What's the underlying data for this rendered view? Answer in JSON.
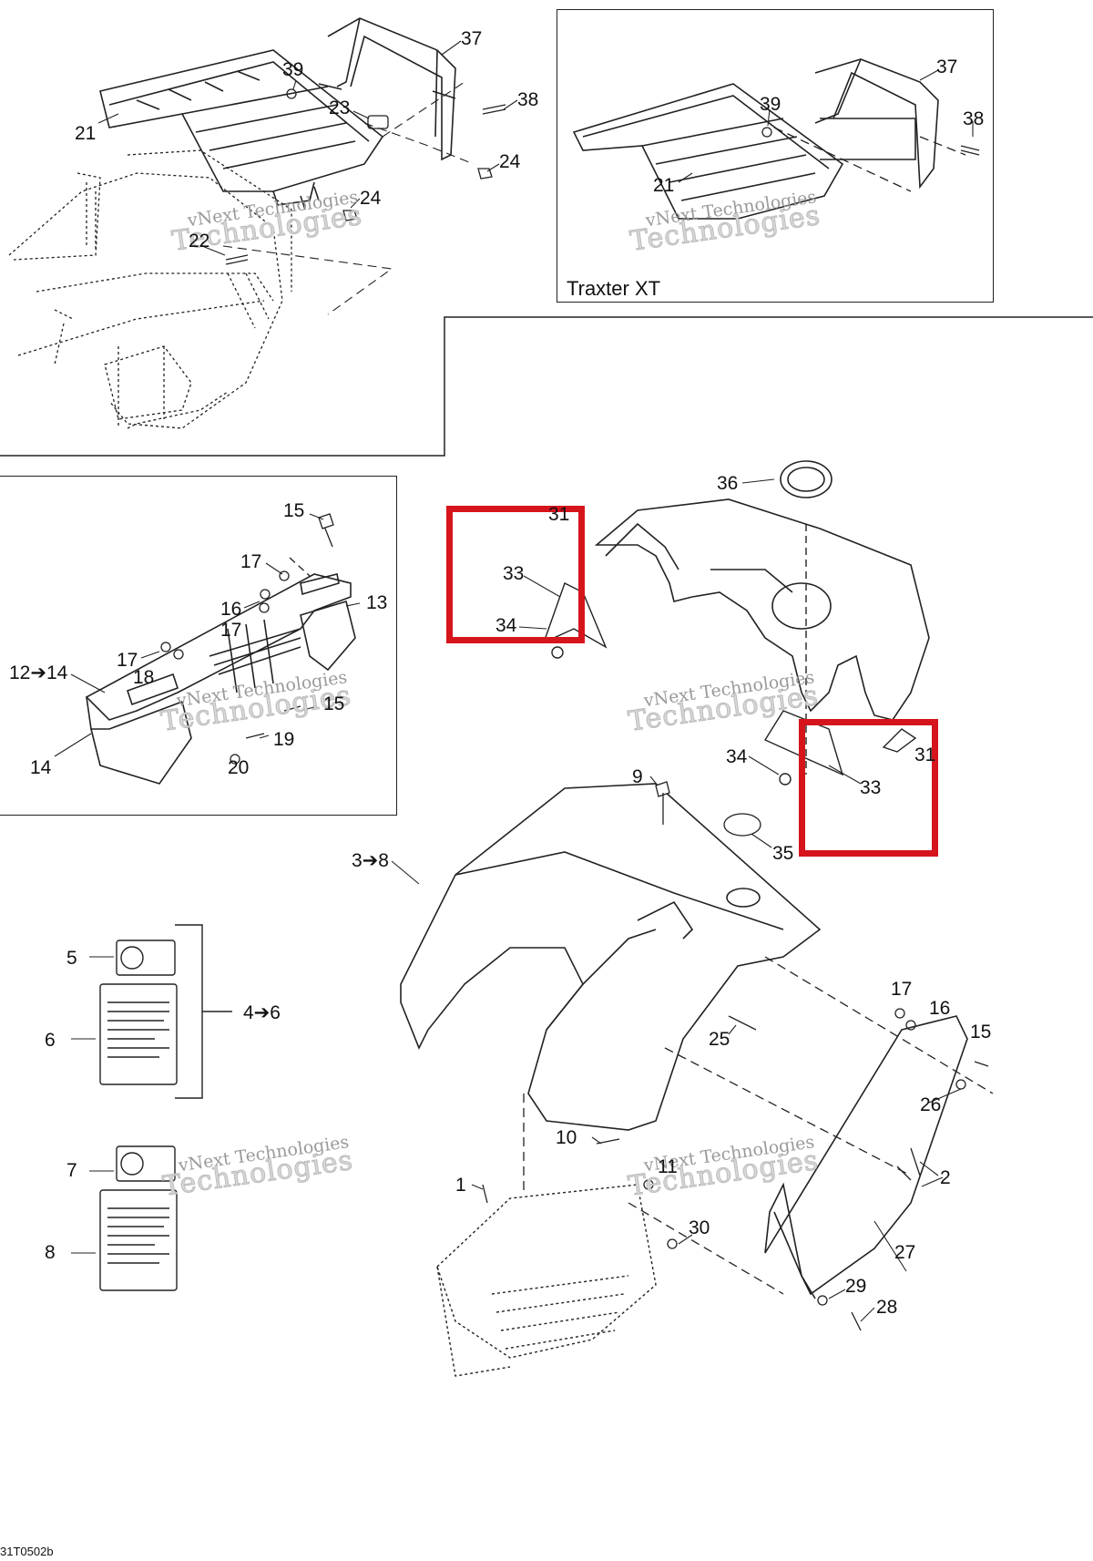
{
  "inset_title": "Traxter XT",
  "figure_code": "31T0502b",
  "watermark_line1": "vNext Technologies",
  "watermark_line2": "Technologies",
  "labels": {
    "l37a": "37",
    "l39a": "39",
    "l38a": "38",
    "l23": "23",
    "l21a": "21",
    "l24a": "24",
    "l24b": "24",
    "l22": "22",
    "l37b": "37",
    "l39b": "39",
    "l38b": "38",
    "l21b": "21",
    "l15a": "15",
    "l17a": "17",
    "l16a": "16",
    "l17b": "17",
    "l13": "13",
    "l17c": "17",
    "l18": "18",
    "l12_14": "12➔14",
    "l15b": "15",
    "l19": "19",
    "l14": "14",
    "l20": "20",
    "l36": "36",
    "l31a": "31",
    "l33a": "33",
    "l34a": "34",
    "l34b": "34",
    "l33b": "33",
    "l31b": "31",
    "l9": "9",
    "l3_8": "3➔8",
    "l35": "35",
    "l5": "5",
    "l6": "6",
    "l4_6": "4➔6",
    "l7": "7",
    "l8": "8",
    "l17d": "17",
    "l16b": "16",
    "l15c": "15",
    "l25": "25",
    "l26": "26",
    "l2": "2",
    "l10": "10",
    "l11": "11",
    "l1": "1",
    "l30": "30",
    "l27": "27",
    "l29": "29",
    "l28": "28"
  },
  "highlight_color": "#d6141c"
}
